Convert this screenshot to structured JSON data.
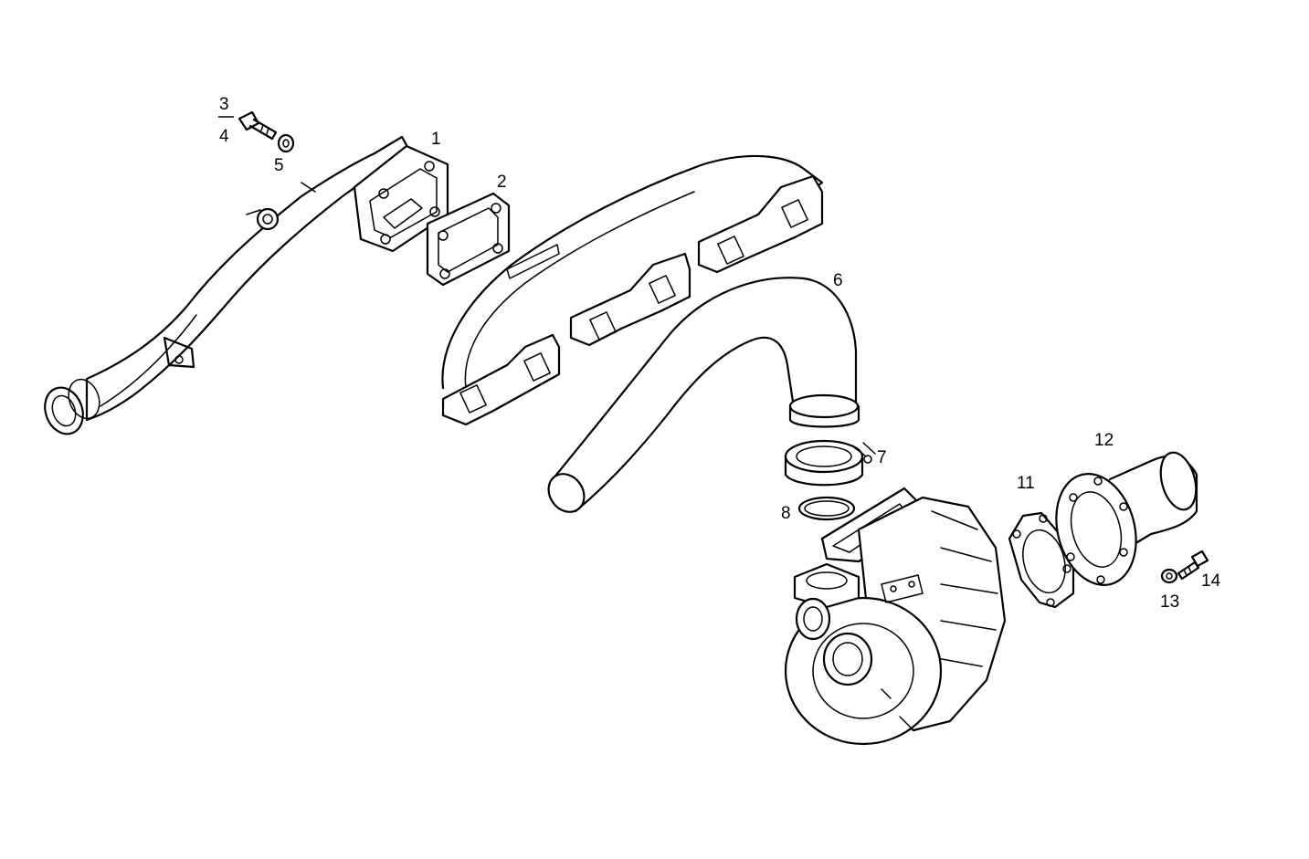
{
  "callouts": {
    "c1": "1",
    "c2": "2",
    "c3": "3",
    "c4": "4",
    "c5": "5",
    "c6": "6",
    "c7": "7",
    "c8": "8",
    "c11": "11",
    "c12": "12",
    "c13": "13",
    "c14": "14"
  }
}
